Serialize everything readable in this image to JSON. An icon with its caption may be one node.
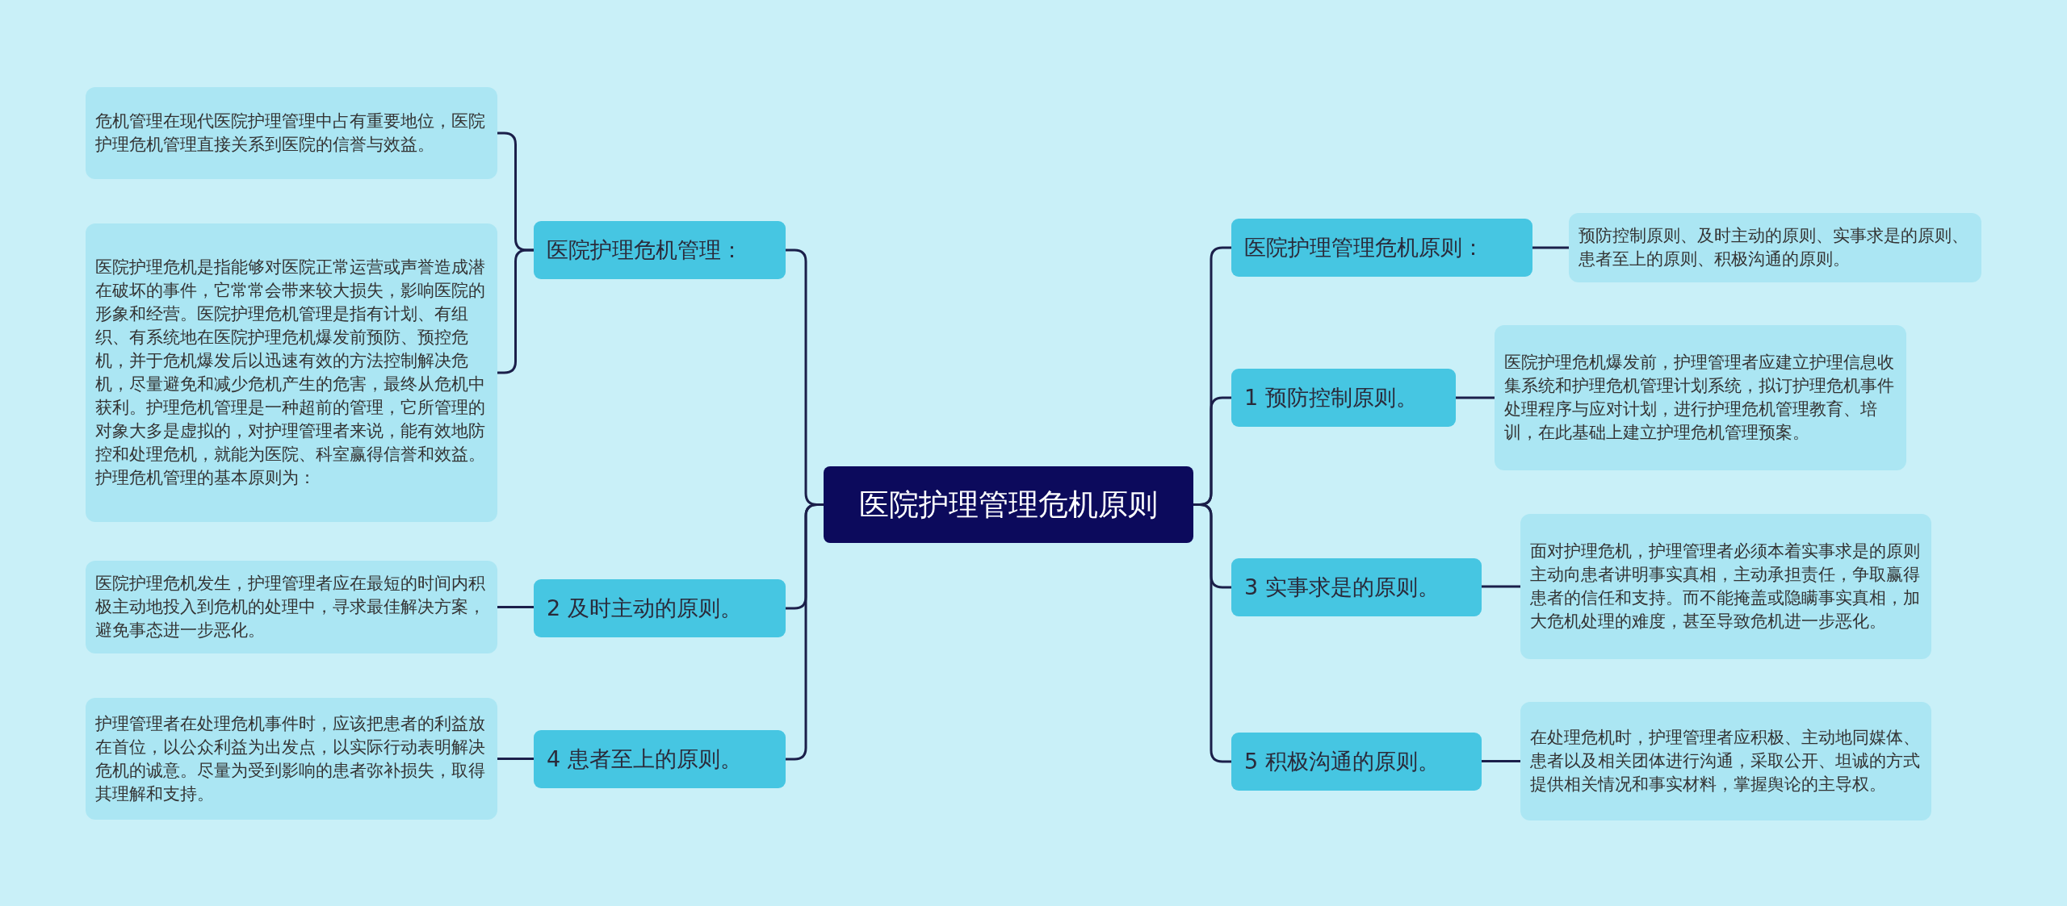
{
  "diagram": {
    "nodes": [
      {
        "text": [
          "医院护理管理危机原则"
        ]
      },
      {
        "text": [
          "医院护理危机管理："
        ]
      },
      {
        "text": [
          "危机管理在现代医院护理管理中占有重要地位，医院护理危机管理直接关系到医院的信誉与效益。"
        ]
      },
      {
        "text": [
          "医院护理危机是指能够对医院正常运营或声誉造成潜在破坏的事件，它常常会带来较大损失，影响医院的形象和经营。医院护理危机管理是指有计划、有组织、有系统地在医院护理危机爆发前预防、预控危机，并于危机爆发后以迅速有效的方法控制解决危机，尽量避免和减少危机产生的危害，最终从危机中获利。护理危机管理是一种超前的管理，它所管理的对象大多是虚拟的，对护理管理者来说，能有效地防控和处理危机，就能为医院、科室赢得信誉和效益。护理危机管理的基本原则为："
        ]
      },
      {
        "text": [
          "2 及时主动的原则。"
        ]
      },
      {
        "text": [
          "医院护理危机发生，护理管理者应在最短的时间内积极主动地投入到危机的处理中，寻求最佳解决方案，避免事态进一步恶化。"
        ]
      },
      {
        "text": [
          "4 患者至上的原则。"
        ]
      },
      {
        "text": [
          "护理管理者在处理危机事件时，应该把患者的利益放在首位，以公众利益为出发点，以实际行动表明解决危机的诚意。尽量为受到影响的患者弥补损失，取得其理解和支持。"
        ]
      },
      {
        "text": [
          "医院护理管理危机原则："
        ]
      },
      {
        "text": [
          "预防控制原则、及时主动的原则、实事求是的原则、患者至上的原则、积极沟通的原则。"
        ]
      },
      {
        "text": [
          "1 预防控制原则。"
        ]
      },
      {
        "text": [
          "医院护理危机爆发前，护理管理者应建立护理信息收集系统和护理危机管理计划系统，拟订护理危机事件处理程序与应对计划，进行护理危机管理教育、培训，在此基础上建立护理危机管理预案。"
        ]
      },
      {
        "text": [
          "3 实事求是的原则。"
        ]
      },
      {
        "text": [
          "面对护理危机，护理管理者必须本着实事求是的原则主动向患者讲明事实真相，主动承担责任，争取赢得患者的信任和支持。而不能掩盖或隐瞒事实真相，加大危机处理的难度，甚至导致危机进一步恶化。"
        ]
      },
      {
        "text": [
          "5 积极沟通的原则。"
        ]
      },
      {
        "text": [
          "在处理危机时，护理管理者应积极、主动地同媒体、患者以及相关团体进行沟通，采取公开、坦诚的方式提供相关情况和事实材料，掌握舆论的主导权。"
        ]
      }
    ],
    "edges": [
      {
        "from": 0,
        "to": 1,
        "arrow": "none"
      },
      {
        "from": 1,
        "to": 2,
        "arrow": "none"
      },
      {
        "from": 1,
        "to": 3,
        "arrow": "none"
      },
      {
        "from": 0,
        "to": 4,
        "arrow": "none"
      },
      {
        "from": 4,
        "to": 5,
        "arrow": "none"
      },
      {
        "from": 0,
        "to": 6,
        "arrow": "none"
      },
      {
        "from": 6,
        "to": 7,
        "arrow": "none"
      },
      {
        "from": 0,
        "to": 8,
        "arrow": "none"
      },
      {
        "from": 8,
        "to": 9,
        "arrow": "none"
      },
      {
        "from": 0,
        "to": 10,
        "arrow": "none"
      },
      {
        "from": 10,
        "to": 11,
        "arrow": "none"
      },
      {
        "from": 0,
        "to": 12,
        "arrow": "none"
      },
      {
        "from": 12,
        "to": 13,
        "arrow": "none"
      },
      {
        "from": 0,
        "to": 14,
        "arrow": "none"
      },
      {
        "from": 14,
        "to": 15,
        "arrow": "none"
      }
    ]
  }
}
